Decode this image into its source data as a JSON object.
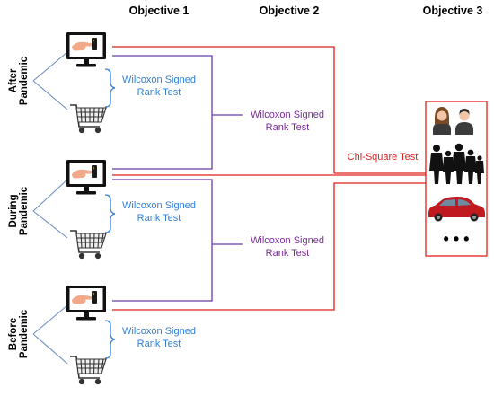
{
  "headers": {
    "objective1": "Objective 1",
    "objective2": "Objective 2",
    "objective3": "Objective 3"
  },
  "periods": [
    {
      "line1": "After",
      "line2": "Pandemic"
    },
    {
      "line1": "During",
      "line2": "Pandemic"
    },
    {
      "line1": "Before",
      "line2": "Pandemic"
    }
  ],
  "objective1_tests": [
    {
      "line1": "Wilcoxon Signed",
      "line2": "Rank Test"
    },
    {
      "line1": "Wilcoxon Signed",
      "line2": "Rank Test"
    },
    {
      "line1": "Wilcoxon Signed",
      "line2": "Rank Test"
    }
  ],
  "objective2_tests": [
    {
      "line1": "Wilcoxon Signed",
      "line2": "Rank Test"
    },
    {
      "line1": "Wilcoxon Signed",
      "line2": "Rank Test"
    }
  ],
  "objective3_test": "Chi-Square Test",
  "ellipsis": "• • •",
  "colors": {
    "blue": "#2f80d8",
    "purple": "#6a3aa8",
    "red": "#e0201b",
    "icon_dark": "#1a1a1a"
  },
  "icons": [
    "monitor-icon",
    "hand-card-icon",
    "shopping-cart-icon",
    "people-icon",
    "family-silhouette-icon",
    "car-icon"
  ]
}
